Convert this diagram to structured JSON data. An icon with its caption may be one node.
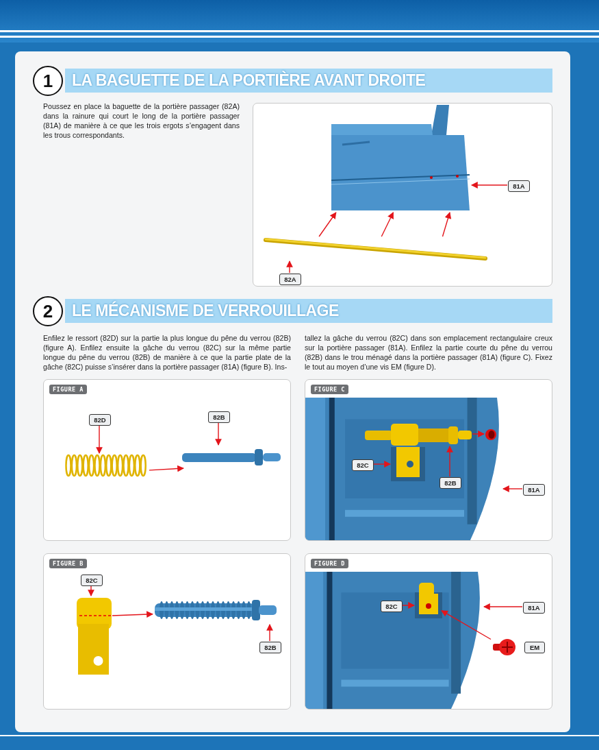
{
  "diagram": {
    "nodes": [
      {
        "text": [],
        "shape": "box"
      },
      {
        "text": [
          "82A"
        ],
        "in": 0
      },
      {
        "text": [],
        "shape": "picture",
        "in": 0
      },
      {
        "text": [
          "81A"
        ],
        "in": 0
      },
      {
        "text": [],
        "shape": "picture",
        "in": 0
      },
      {
        "text": [
          "FIGURE A"
        ]
      },
      {
        "text": [
          "82D"
        ],
        "in": 5
      },
      {
        "text": [],
        "shape": "picture",
        "in": 5
      },
      {
        "text": [
          "82B"
        ],
        "in": 5
      },
      {
        "text": [],
        "shape": "picture",
        "in": 5
      },
      {
        "text": [
          "FIGURE C"
        ]
      },
      {
        "text": [],
        "shape": "picture",
        "in": 10
      },
      {
        "text": [
          "82C"
        ],
        "in": 11
      },
      {
        "text": [],
        "shape": "picture",
        "in": 11
      },
      {
        "text": [
          "82B"
        ],
        "in": 11
      },
      {
        "text": [],
        "shape": "picture",
        "in": 11
      },
      {
        "text": [],
        "shape": "picture",
        "in": 11
      },
      {
        "text": [
          "81A"
        ],
        "in": 10
      },
      {
        "text": [
          "FIGURE B"
        ]
      },
      {
        "text": [
          "82C"
        ],
        "in": 18
      },
      {
        "text": [],
        "shape": "picture",
        "in": 18
      },
      {
        "text": [
          "82B"
        ],
        "in": 18
      },
      {
        "text": [],
        "shape": "picture",
        "in": 18
      },
      {
        "text": [
          "FIGURE D"
        ]
      },
      {
        "text": [],
        "shape": "picture",
        "in": 23
      },
      {
        "text": [
          "82C"
        ],
        "in": 24
      },
      {
        "text": [],
        "shape": "picture",
        "in": 24
      },
      {
        "text": [
          "81A"
        ],
        "in": 23
      },
      {
        "text": [],
        "shape": "picture",
        "in": 23
      },
      {
        "text": [
          "EM"
        ],
        "in": 23
      }
    ],
    "edges": [
      {
        "from": 1,
        "to": 4,
        "arrow": "to"
      },
      {
        "from": 3,
        "to": 2,
        "arrow": "to"
      },
      {
        "from": 4,
        "to": 2,
        "arrow": "to"
      },
      {
        "from": 4,
        "to": 2,
        "arrow": "to"
      },
      {
        "from": 4,
        "to": 2,
        "arrow": "to"
      },
      {
        "from": 6,
        "to": 7,
        "arrow": "to"
      },
      {
        "from": 8,
        "to": 9,
        "arrow": "to"
      },
      {
        "from": 7,
        "to": 9,
        "arrow": "to"
      },
      {
        "from": 12,
        "to": 13,
        "arrow": "to"
      },
      {
        "from": 14,
        "to": 15,
        "arrow": "to"
      },
      {
        "from": 15,
        "to": 16,
        "arrow": "to"
      },
      {
        "from": 17,
        "to": 11,
        "arrow": "to"
      },
      {
        "from": 19,
        "to": 20,
        "arrow": "to"
      },
      {
        "from": 21,
        "to": 22,
        "arrow": "to"
      },
      {
        "from": 20,
        "to": 22,
        "arrow": "to"
      },
      {
        "from": 25,
        "to": 26,
        "arrow": "to"
      },
      {
        "from": 27,
        "to": 24,
        "arrow": "to"
      },
      {
        "from": 28,
        "to": 26,
        "arrow": "to"
      }
    ],
    "labels": [
      "1",
      "LA BAGUETTE DE LA PORTIÈRE AVANT DROITE",
      "Poussez en place la baguette de la portière passager (82A) dans la rainure qui court le long de la portière passager (81A) de manière à ce que les trois ergots s’engagent dans les trous correspondants.",
      "2",
      "LE MÉCANISME DE VERROUILLAGE",
      "Enfilez le ressort (82D) sur la partie la plus longue du pêne du verrou (82B) (figure A). Enfilez ensuite la gâche du verrou (82C) sur la même partie longue du pêne du verrou (82B) de manière à ce que la partie plate de la gâche (82C) puisse s’insérer dans la portière passager (81A) (figure B). Ins-",
      "tallez la gâche du verrou (82C) dans son emplacement rectangulaire creux sur la portière passager (81A). Enfilez la partie courte du pêne du verrou (82B) dans le trou ménagé dans la portière passager (81A) (figure C). Fixez le tout au moyen d’une vis EM (figure D)."
    ]
  }
}
